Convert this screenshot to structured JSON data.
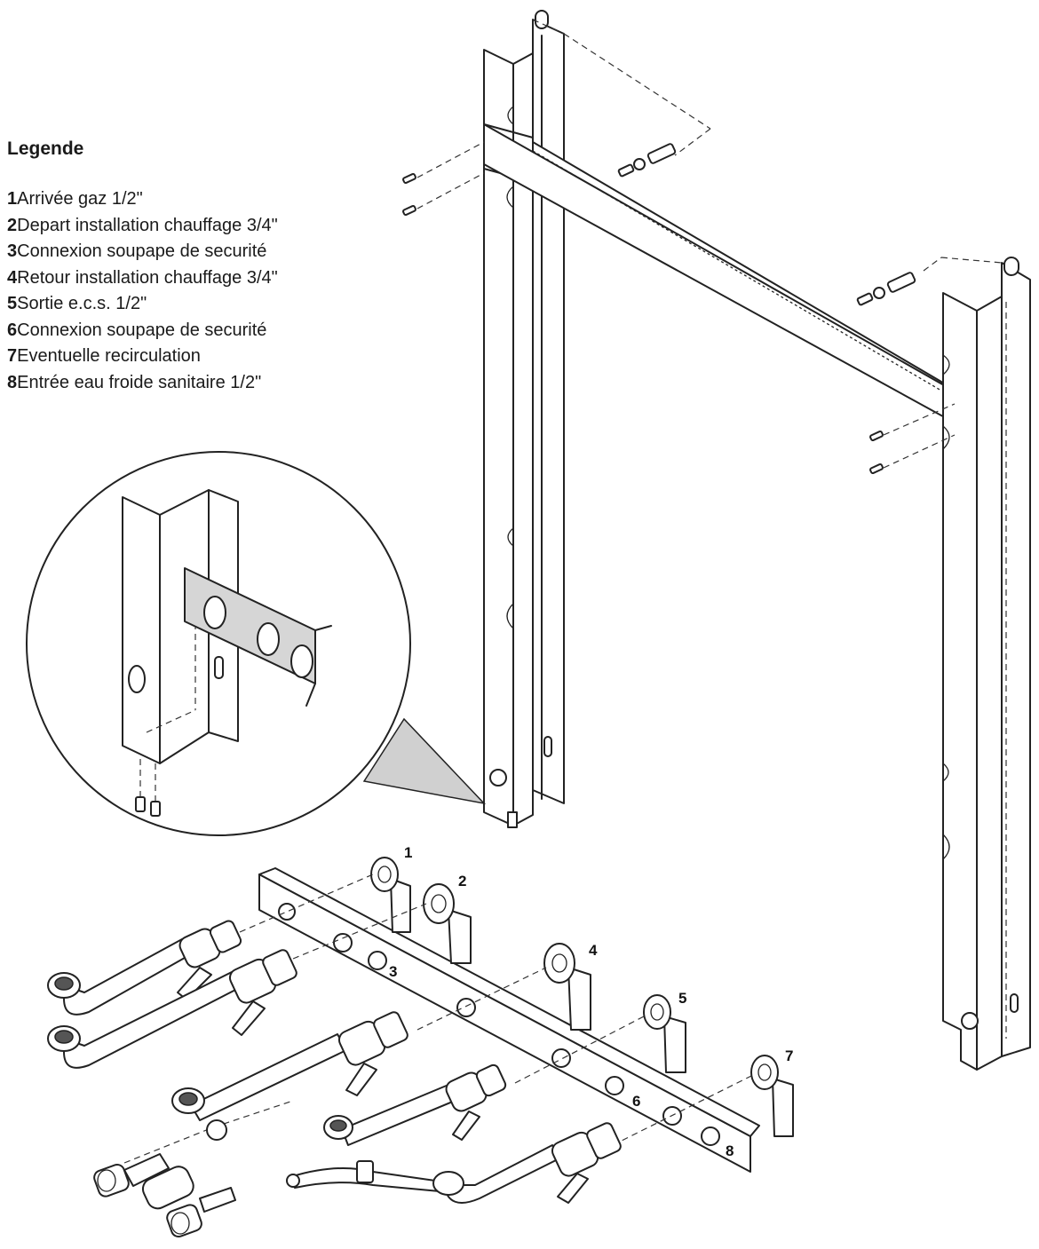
{
  "legend": {
    "title": "Legende",
    "items": [
      {
        "num": "1",
        "text": "Arrivée gaz 1/2\""
      },
      {
        "num": "2",
        "text": "Depart installation chauffage 3/4\""
      },
      {
        "num": "3",
        "text": "Connexion soupape de securité"
      },
      {
        "num": "4",
        "text": "Retour installation chauffage 3/4\""
      },
      {
        "num": "5",
        "text": "Sortie e.c.s. 1/2\""
      },
      {
        "num": "6",
        "text": "Connexion soupape de securité"
      },
      {
        "num": "7",
        "text": "Eventuelle recirculation"
      },
      {
        "num": "8",
        "text": "Entrée eau froide sanitaire 1/2\""
      }
    ]
  },
  "callouts": [
    "1",
    "2",
    "3",
    "4",
    "5",
    "6",
    "7",
    "8"
  ]
}
